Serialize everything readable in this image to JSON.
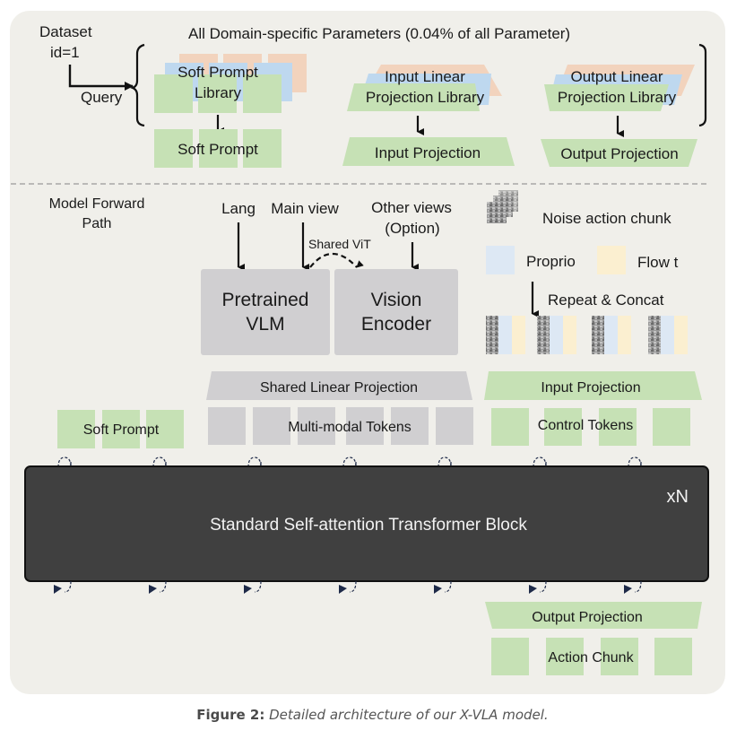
{
  "colors": {
    "panel_bg": "#f0efea",
    "green": "#c6e1b5",
    "blue": "#bed8ef",
    "orange": "#f2d3bd",
    "gray": "#d0cfd1",
    "light_blue": "#dde8f4",
    "light_yellow": "#fbefd0",
    "transformer_bg": "#404040",
    "arrow_dark": "#1e2a48"
  },
  "top": {
    "dataset_label": "Dataset",
    "dataset_id": "id=1",
    "query_label": "Query",
    "heading": "All Domain-specific Parameters (0.04% of all Parameter)",
    "soft_prompt_library": [
      "Soft Prompt",
      "Library"
    ],
    "soft_prompt": "Soft Prompt",
    "input_linear_library": [
      "Input Linear",
      "Projection Library"
    ],
    "input_projection": "Input Projection",
    "output_linear_library": [
      "Output Linear",
      "Projection Library"
    ],
    "output_projection": "Output Projection"
  },
  "forward": {
    "section_label": [
      "Model Forward",
      "Path"
    ],
    "lang": "Lang",
    "main_view": "Main view",
    "other_views": [
      "Other views",
      "(Option)"
    ],
    "shared_vit": "Shared ViT",
    "pretrained_vlm": [
      "Pretrained",
      "VLM"
    ],
    "vision_encoder": [
      "Vision",
      "Encoder"
    ],
    "noise_action_chunk": "Noise action chunk",
    "proprio": "Proprio",
    "flow_t": "Flow t",
    "repeat_concat": "Repeat & Concat",
    "shared_linear_projection": "Shared Linear Projection",
    "input_projection": "Input Projection",
    "soft_prompt": "Soft Prompt",
    "multimodal_tokens": "Multi-modal Tokens",
    "control_tokens": "Control Tokens",
    "transformer_block": "Standard Self-attention Transformer Block",
    "repeat_n": "xN",
    "output_projection": "Output Projection",
    "action_chunk": "Action Chunk"
  },
  "caption": {
    "label": "Figure 2:",
    "text": "Detailed architecture of our X-VLA model."
  }
}
